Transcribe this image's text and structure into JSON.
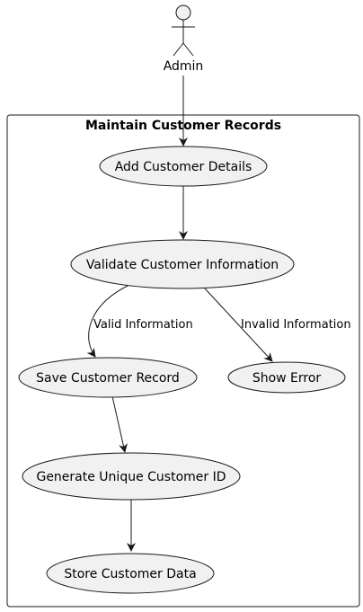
{
  "actor": {
    "name": "Admin",
    "icon": "stick-figure-icon"
  },
  "system_boundary": {
    "title": "Maintain Customer Records"
  },
  "use_cases": {
    "add": "Add Customer Details",
    "validate": "Validate Customer Information",
    "save": "Save Customer Record",
    "error": "Show Error",
    "generate": "Generate Unique Customer ID",
    "store": "Store Customer Data"
  },
  "edges": {
    "valid": "Valid Information",
    "invalid": "Invalid Information"
  },
  "colors": {
    "usecase_fill": "#f1f1f1",
    "stroke": "#181818",
    "background": "#ffffff"
  }
}
